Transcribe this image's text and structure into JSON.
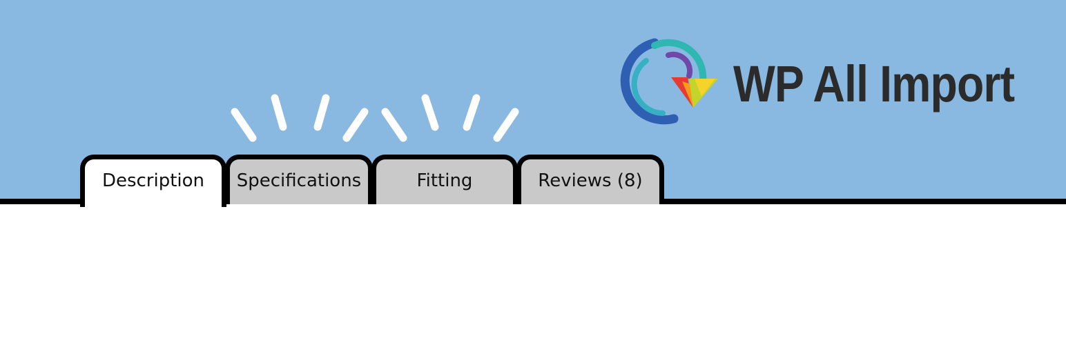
{
  "logo": {
    "text": "WP All Import",
    "icon": "wp-all-import-logo-icon"
  },
  "tabs": [
    {
      "label": "Description",
      "active": true
    },
    {
      "label": "Specifications",
      "active": false
    },
    {
      "label": "Fitting",
      "active": false
    },
    {
      "label": "Reviews (8)",
      "active": false
    }
  ],
  "colors": {
    "banner": "#89b8e0",
    "tab_active": "#ffffff",
    "tab_inactive": "#c9c9c9",
    "outline": "#000000",
    "logo_text": "#2b2b2b"
  }
}
